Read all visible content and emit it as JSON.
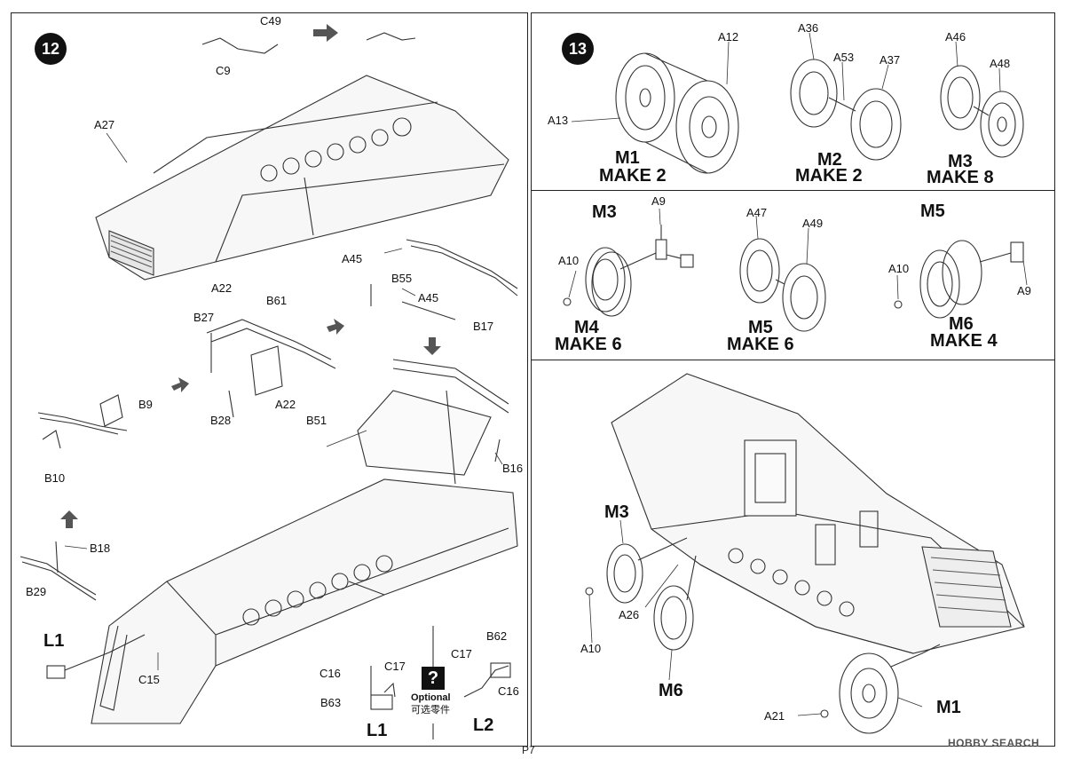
{
  "page_number": "P7",
  "watermark": "HOBBY SEARCH",
  "step12": {
    "number": "12",
    "labels": {
      "c49": "C49",
      "c9": "C9",
      "a27": "A27",
      "a45_top": "A45",
      "b55": "B55",
      "a45_mid": "A45",
      "b17": "B17",
      "a22_top": "A22",
      "b61": "B61",
      "b27": "B27",
      "b28": "B28",
      "a22_bot": "A22",
      "b9": "B9",
      "b10": "B10",
      "b51": "B51",
      "b16": "B16",
      "b18": "B18",
      "b29": "B29",
      "l1_left": "L1",
      "c15": "C15",
      "c16_a": "C16",
      "c17_a": "C17",
      "b63": "B63",
      "l1_right": "L1",
      "c17_b": "C17",
      "b62": "B62",
      "c16_b": "C16",
      "l2": "L2"
    },
    "optional": {
      "icon": "?",
      "label": "Optional",
      "label_cn": "可选零件"
    }
  },
  "step13": {
    "number": "13",
    "wheels_top": {
      "a12": "A12",
      "a13": "A13",
      "a36": "A36",
      "a53": "A53",
      "a37": "A37",
      "a46": "A46",
      "a48": "A48",
      "m1": "M1",
      "m1_make": "MAKE 2",
      "m2": "M2",
      "m2_make": "MAKE 2",
      "m3": "M3",
      "m3_make": "MAKE 8"
    },
    "wheels_mid": {
      "m3": "M3",
      "a9_left": "A9",
      "a10_left": "A10",
      "m4": "M4",
      "m4_make": "MAKE 6",
      "a47": "A47",
      "a49": "A49",
      "m5_title": "M5",
      "m5": "M5",
      "m5_make": "MAKE 6",
      "a10_right": "A10",
      "a9_right": "A9",
      "m6": "M6",
      "m6_make": "MAKE 4"
    },
    "assembly": {
      "m3": "M3",
      "a26": "A26",
      "a10": "A10",
      "m6": "M6",
      "a21": "A21",
      "m1": "M1"
    }
  }
}
